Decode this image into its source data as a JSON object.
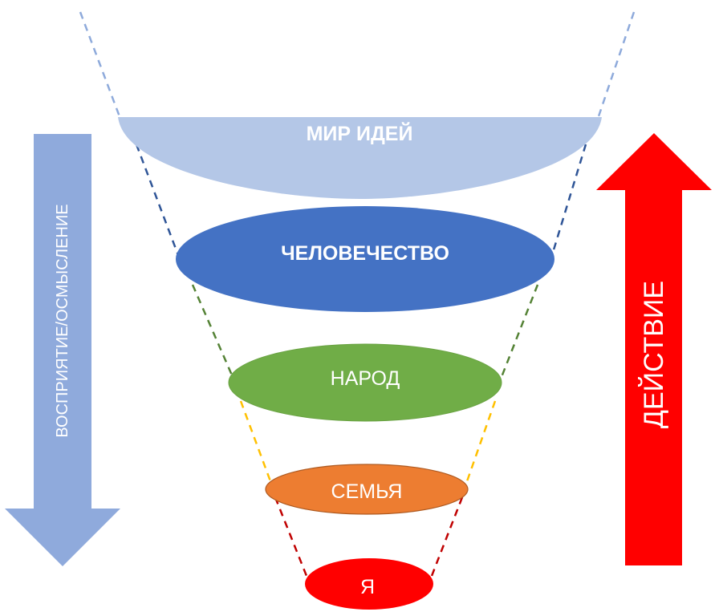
{
  "title": "Funnel of levels: from self to world of ideas",
  "levels": [
    {
      "id": "world-of-ideas",
      "label": "МИР ИДЕЙ",
      "fill": "#b4c7e7",
      "connector_color": "#8eaadb",
      "bold": true
    },
    {
      "id": "humanity",
      "label": "ЧЕЛОВЕЧЕСТВО",
      "fill": "#4472c4",
      "connector_color": "#2f5597",
      "bold": true
    },
    {
      "id": "nation",
      "label": "НАРОД",
      "fill": "#70ad47",
      "connector_color": "#548235",
      "bold": false
    },
    {
      "id": "family",
      "label": "СЕМЬЯ",
      "fill": "#ed7d31",
      "connector_color": "#ffc000",
      "bold": false
    },
    {
      "id": "self",
      "label": "Я",
      "fill": "#ff0000",
      "connector_color": "#c00000",
      "bold": false
    }
  ],
  "arrows": {
    "left": {
      "label": "ВОСПРИЯТИЕ/ОСМЫСЛЕНИЕ",
      "direction": "down",
      "fill": "#8faadc"
    },
    "right": {
      "label": "ДЕЙСТВИЕ",
      "direction": "up",
      "fill": "#ff0000"
    }
  }
}
